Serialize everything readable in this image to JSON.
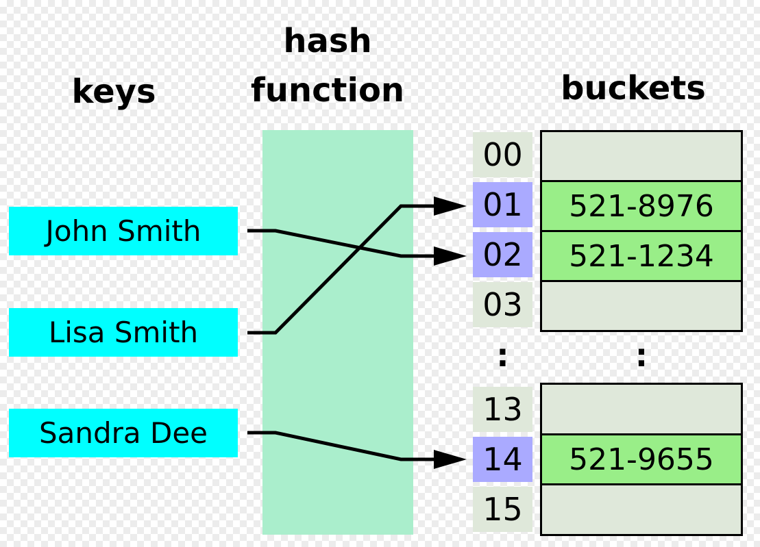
{
  "titles": {
    "keys": "keys",
    "hash_function_line1": "hash",
    "hash_function_line2": "function",
    "buckets": "buckets"
  },
  "keys": [
    {
      "label": "John Smith"
    },
    {
      "label": "Lisa Smith"
    },
    {
      "label": "Sandra Dee"
    }
  ],
  "index_column": {
    "cells": [
      {
        "label": "00",
        "highlighted": false
      },
      {
        "label": "01",
        "highlighted": true
      },
      {
        "label": "02",
        "highlighted": true
      },
      {
        "label": "03",
        "highlighted": false
      },
      {
        "label": "13",
        "highlighted": false
      },
      {
        "label": "14",
        "highlighted": true
      },
      {
        "label": "15",
        "highlighted": false
      }
    ],
    "ellipsis": ":"
  },
  "buckets": {
    "ellipsis": ":",
    "rows_top": [
      {
        "index": "00",
        "value": "",
        "filled": false
      },
      {
        "index": "01",
        "value": "521-8976",
        "filled": true
      },
      {
        "index": "02",
        "value": "521-1234",
        "filled": true
      },
      {
        "index": "03",
        "value": "",
        "filled": false
      }
    ],
    "rows_bottom": [
      {
        "index": "13",
        "value": "",
        "filled": false
      },
      {
        "index": "14",
        "value": "521-9655",
        "filled": true
      },
      {
        "index": "15",
        "value": "",
        "filled": false
      }
    ]
  },
  "arrows": [
    {
      "from": "John Smith",
      "to_index": "02"
    },
    {
      "from": "Lisa Smith",
      "to_index": "01"
    },
    {
      "from": "Sandra Dee",
      "to_index": "14"
    }
  ],
  "colors": {
    "key_box": "#00ffff",
    "hash_function_box": "#aaeecc",
    "index_highlight": "#aaaaff",
    "index_default": "#dfe8da",
    "bucket_filled": "#99ee88",
    "bucket_empty": "#dfe8da",
    "line": "#000000",
    "checker_light": "#ffffff",
    "checker_dark": "#ececec"
  }
}
